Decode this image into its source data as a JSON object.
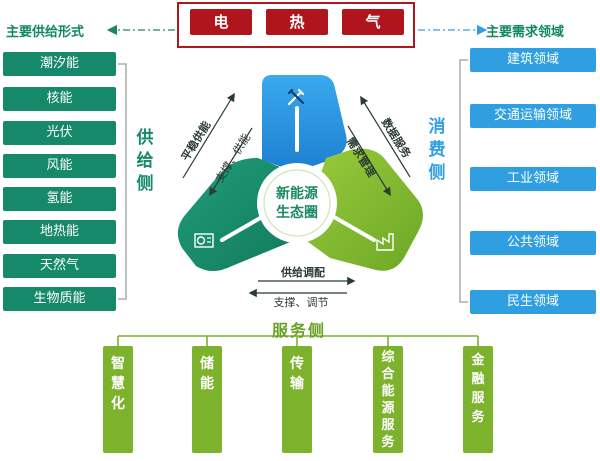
{
  "energy_types": [
    "电",
    "热",
    "气"
  ],
  "supply": {
    "title": "主要供给形式",
    "side_label": "供给侧",
    "items": [
      "潮汐能",
      "核能",
      "光伏",
      "风能",
      "氢能",
      "地热能",
      "天然气",
      "生物质能"
    ]
  },
  "demand": {
    "title": "主要需求领域",
    "side_label": "消费侧",
    "items": [
      "建筑领域",
      "交通运输领域",
      "工业领域",
      "公共领域",
      "民生领域"
    ]
  },
  "center": {
    "line1": "新能源",
    "line2": "生态圈",
    "arrow_labels": {
      "top_left_outer": "平稳供能",
      "top_left_inner": "支撑、供能",
      "top_right_outer": "数据服务",
      "top_right_inner": "需求管理",
      "bottom_inner": "供给调配",
      "bottom_outer": "支撑、调节"
    }
  },
  "service": {
    "title": "服务侧",
    "items": [
      "智慧化",
      "储能",
      "传输",
      "综合能源服务",
      "金融服务"
    ]
  },
  "colors": {
    "energy_red": "#b0151d",
    "supply_green": "#17896b",
    "demand_blue": "#2f9fe2",
    "service_green": "#7cb22c"
  }
}
